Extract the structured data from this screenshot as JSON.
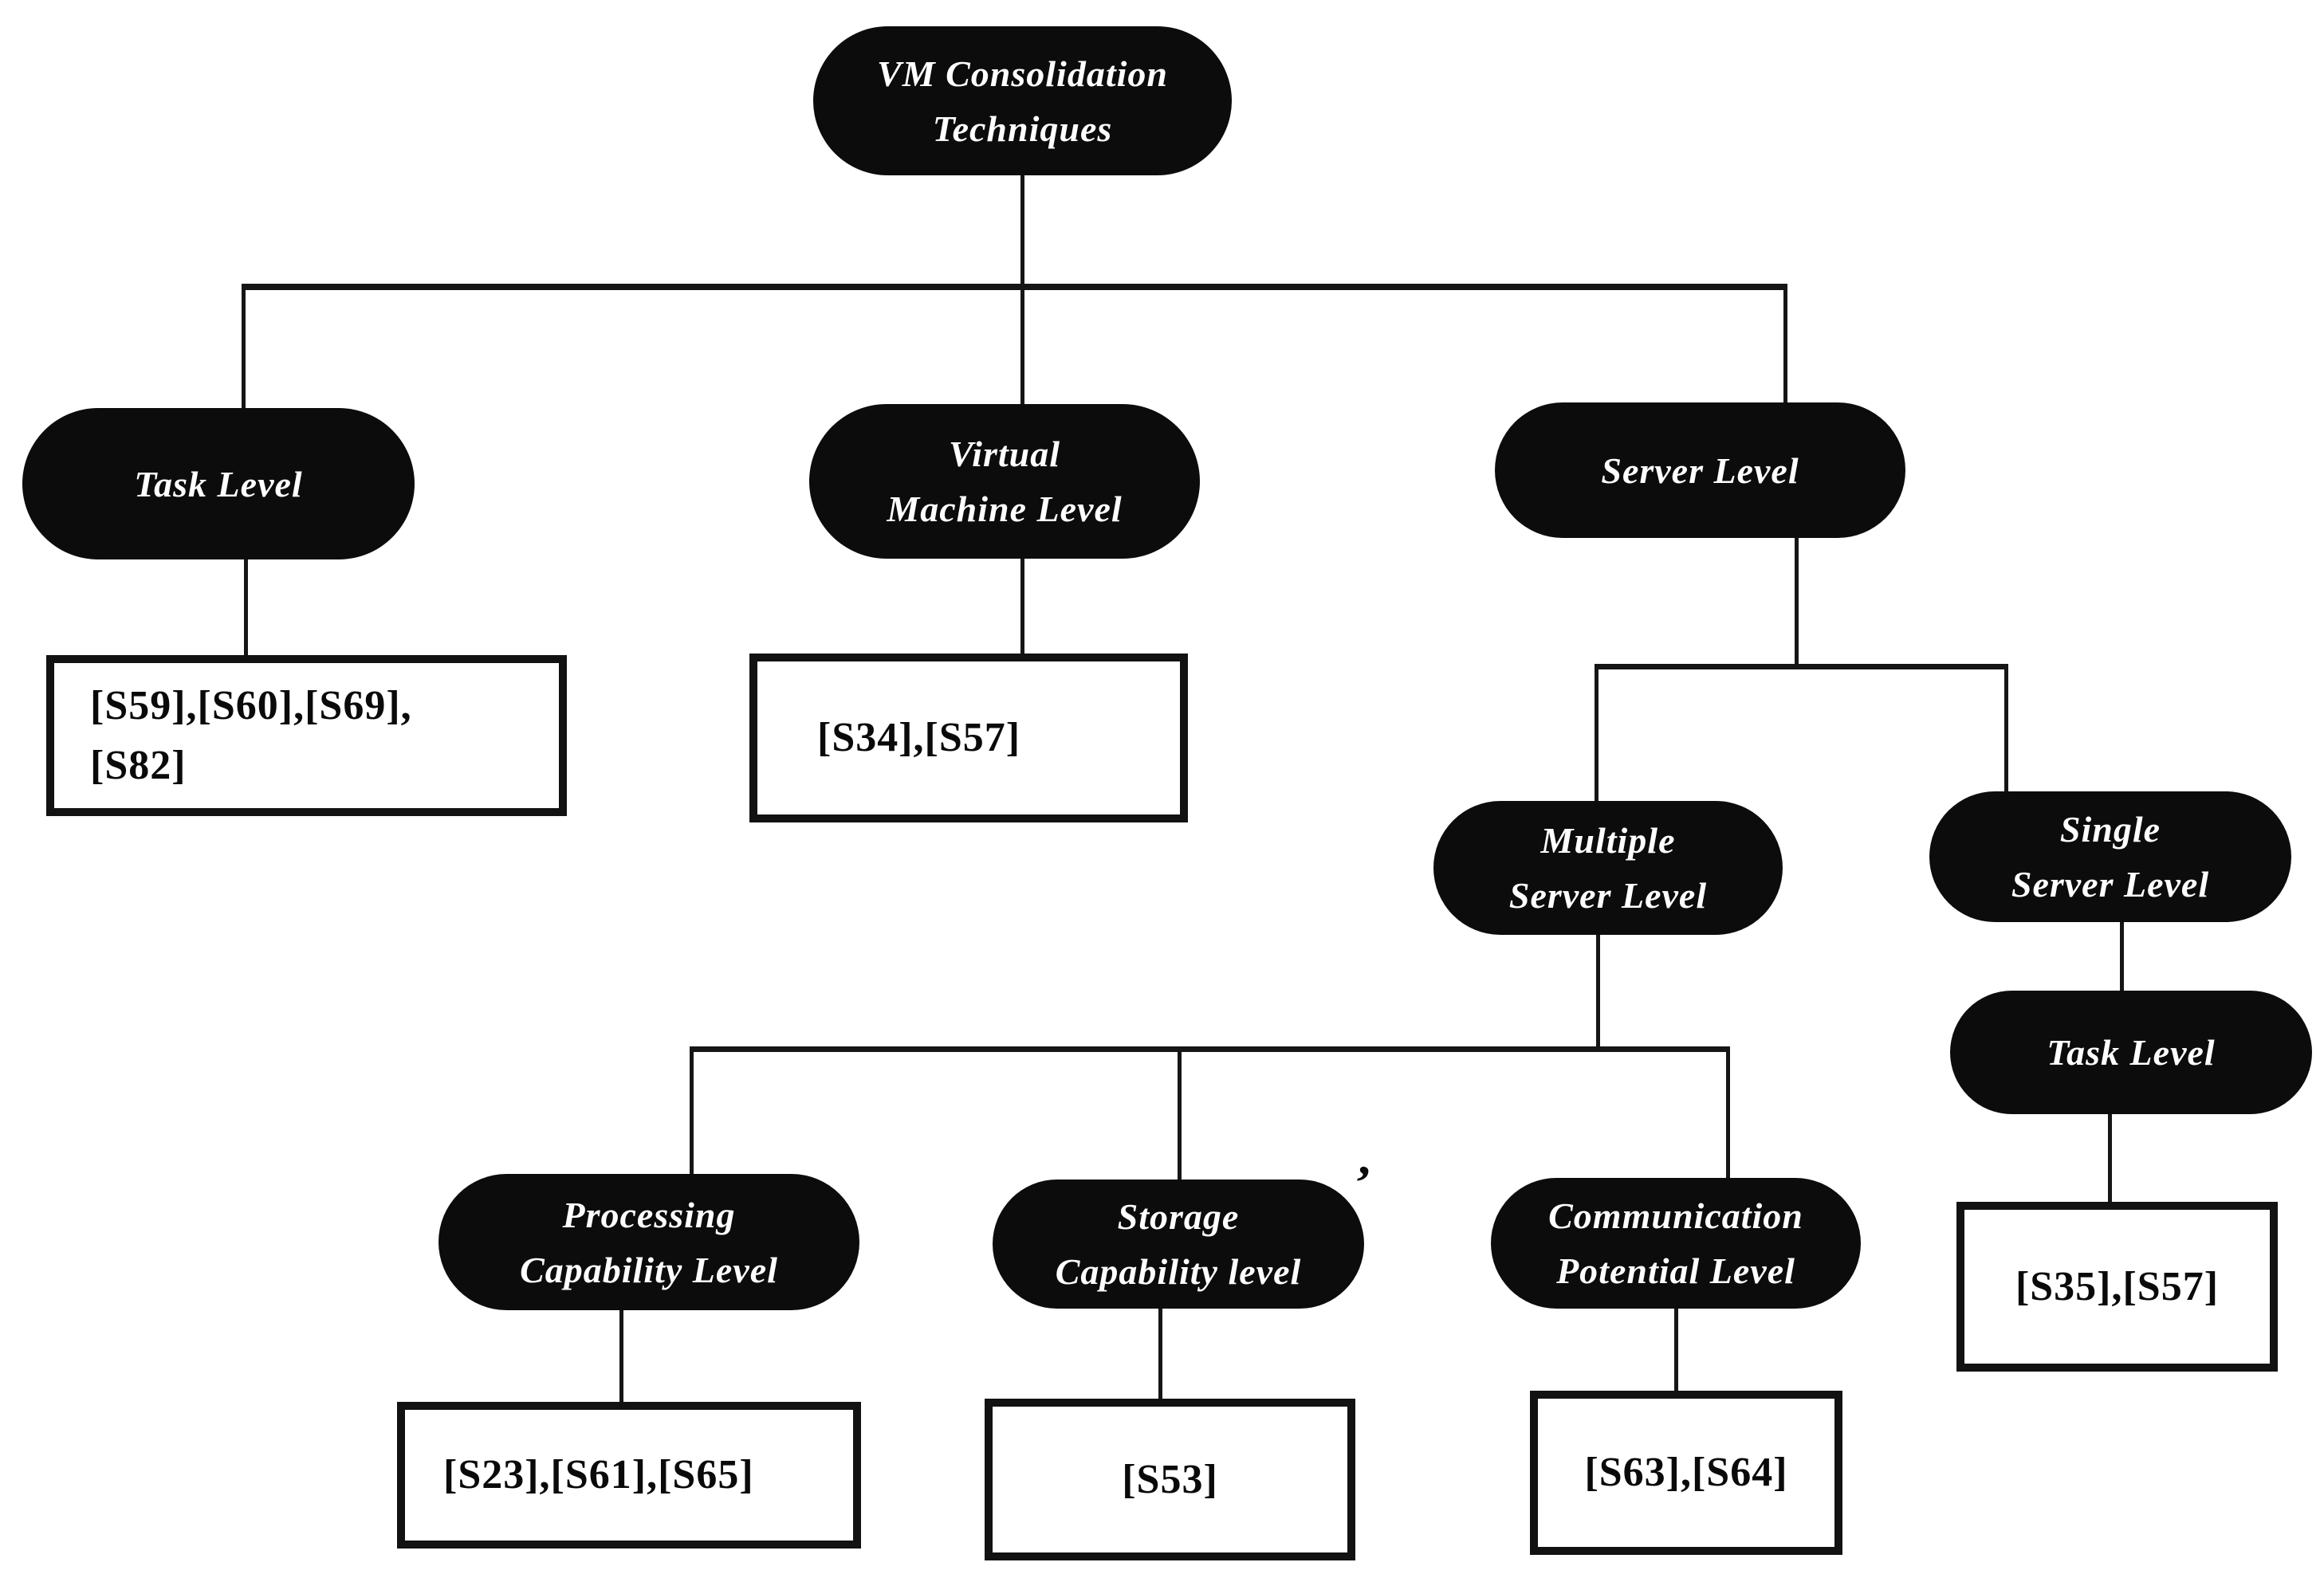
{
  "title": "VM Consolidation Techniques taxonomy",
  "nodes": {
    "root": "VM Consolidation\nTechniques",
    "task_level": "Task Level",
    "virtual_machine_level": "Virtual\nMachine Level",
    "server_level": "Server Level",
    "multiple_server_level": "Multiple\nServer Level",
    "single_server_level": "Single\nServer Level",
    "task_level_single_server": "Task Level",
    "processing_capability_level": "Processing\nCapability Level",
    "storage_capability_level": "Storage\nCapability level",
    "communication_potential_level": "Communication\nPotential Level"
  },
  "references": {
    "task_level": "[S59],[S60],[S69],\n[S82]",
    "virtual_machine_level": "[S34],[S57]",
    "processing_capability_level": "[S23],[S61],[S65]",
    "storage_capability_level": "[S53]",
    "communication_potential_level": "[S63],[S64]",
    "task_level_single_server": "[S35],[S57]"
  },
  "stray_mark": "’",
  "colors": {
    "node_fill": "#0c0c0c",
    "node_text": "#ffffff",
    "edge": "#161616",
    "ref_border": "#121212",
    "ref_text": "#0a0a0a",
    "background": "#ffffff"
  }
}
